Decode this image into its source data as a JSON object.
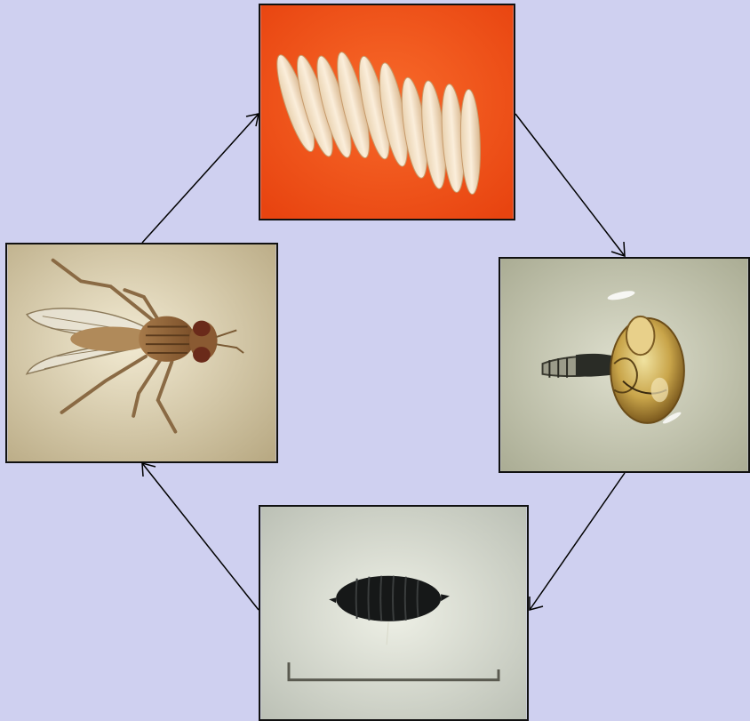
{
  "diagram": {
    "type": "life-cycle",
    "stages": [
      {
        "id": "eggs",
        "icon": "eggs-photo"
      },
      {
        "id": "larva",
        "icon": "larva-in-snail-shell-photo"
      },
      {
        "id": "pupa",
        "icon": "pupa-photo"
      },
      {
        "id": "adult",
        "icon": "adult-fly-photo"
      }
    ],
    "flow": [
      "eggs",
      "larva",
      "pupa",
      "adult",
      "eggs"
    ]
  },
  "colors": {
    "background": "#cfd0f0",
    "frame": "#111111",
    "arrow": "#000000",
    "eggs_background": "#f0501a"
  }
}
